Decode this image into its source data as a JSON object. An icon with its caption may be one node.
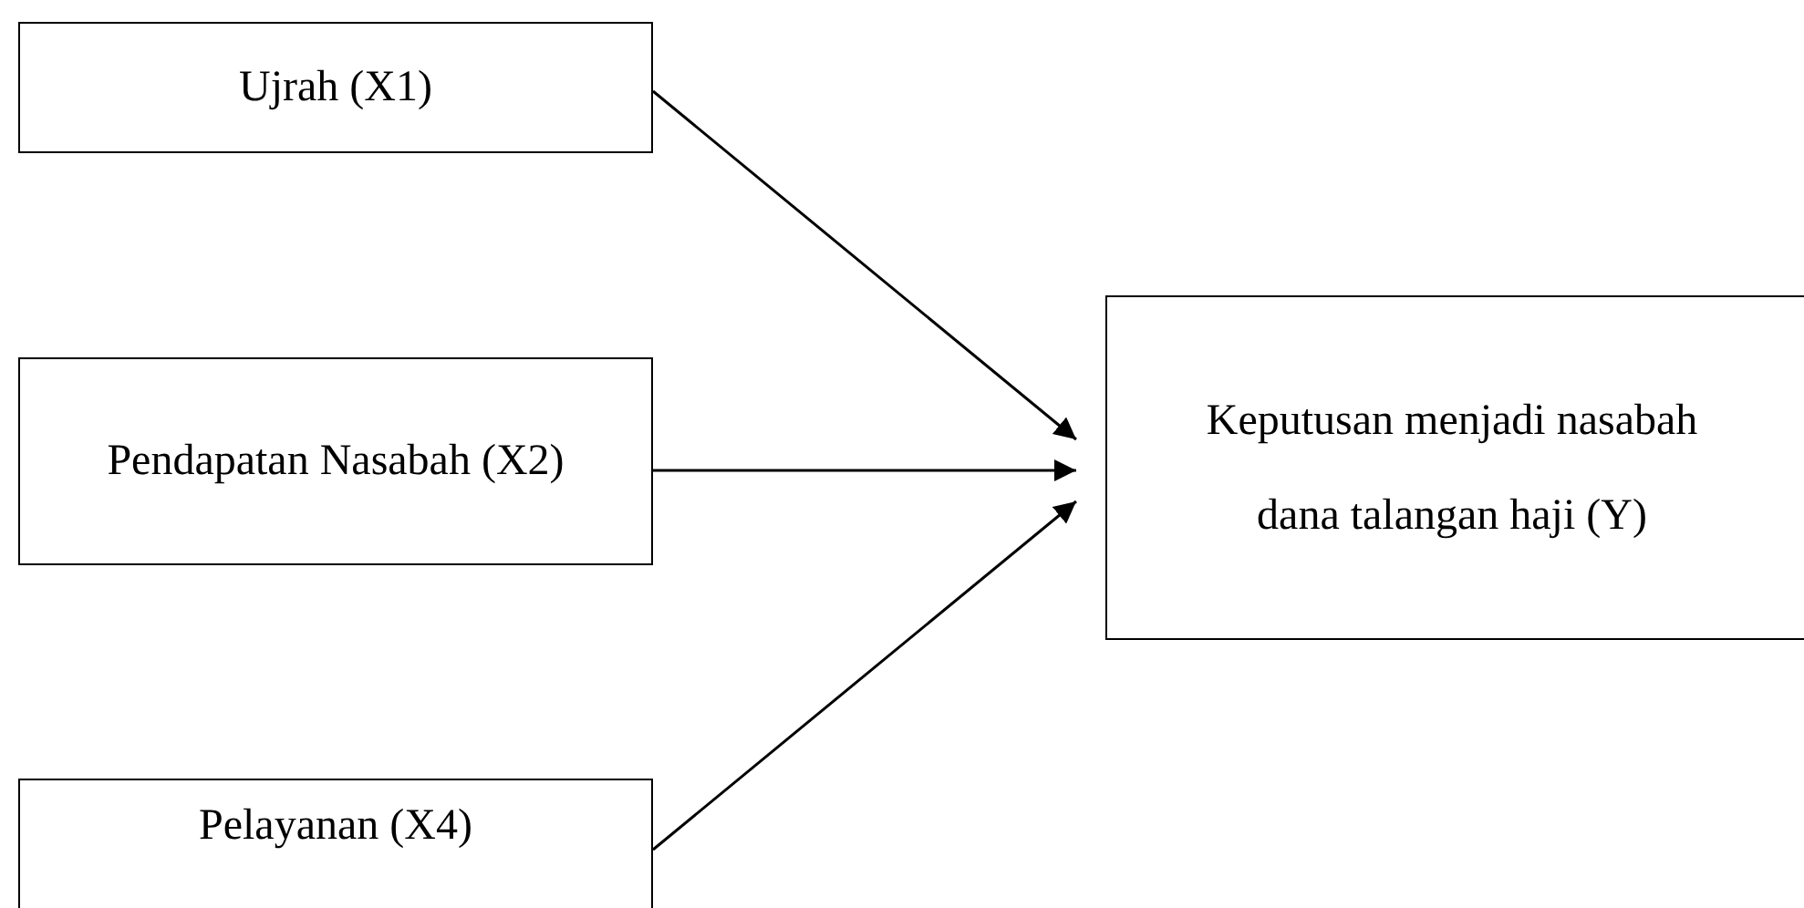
{
  "diagram": {
    "nodes": [
      {
        "text": [
          "Ujrah (X1)"
        ]
      },
      {
        "text": [
          "Pendapatan Nasabah (X2)"
        ]
      },
      {
        "text": [
          "Pelayanan (X4)"
        ]
      },
      {
        "text": [
          "Keputusan menjadi nasabah  dana talangan haji (Y)"
        ]
      }
    ],
    "edges": [
      {
        "from": 0,
        "to": 3,
        "arrow": "to"
      },
      {
        "from": 1,
        "to": 3,
        "arrow": "to"
      },
      {
        "from": 2,
        "to": 3,
        "arrow": "to"
      }
    ]
  }
}
